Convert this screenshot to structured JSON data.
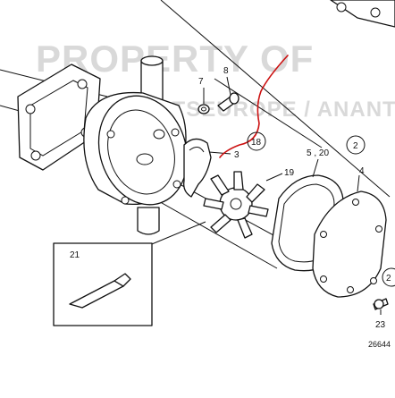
{
  "watermark": {
    "line1": "PROPERTY OF",
    "line2": "MARINEPARTSEUROPE / ANANTA"
  },
  "callouts": {
    "p7": "7",
    "p8": "8",
    "p18": "18",
    "p3": "3",
    "p5_20": "5 , 20",
    "p2": "2",
    "p4": "4",
    "p19": "19",
    "p21": "21",
    "p23": "23",
    "p2b": "2"
  },
  "drawing_ref": "26644",
  "colors": {
    "annotation": "#cc1111",
    "lines": "#111111",
    "watermark": "#d9d9d9"
  }
}
